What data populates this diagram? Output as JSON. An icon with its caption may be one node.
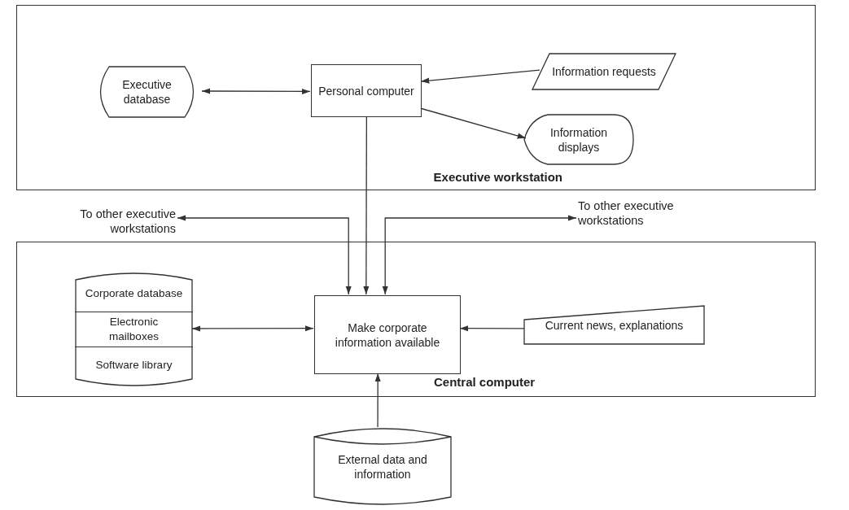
{
  "diagram": {
    "nodes": [
      {
        "text": [
          "Executive workstation"
        ]
      },
      {
        "text": [
          "Executive database"
        ],
        "in": 0
      },
      {
        "text": [
          "Personal computer"
        ],
        "in": 0
      },
      {
        "text": [
          "Information requests"
        ],
        "in": 0
      },
      {
        "text": [
          "Information displays"
        ],
        "in": 0
      },
      {
        "text": [
          "Central computer"
        ]
      },
      {
        "text": [
          "Corporate database",
          "Electronic mailboxes",
          "Software library"
        ],
        "in": 5
      },
      {
        "text": [
          "Make corporate information available"
        ],
        "in": 5
      },
      {
        "text": [
          "Current news, explanations"
        ],
        "in": 5
      },
      {
        "text": [
          "External data and information"
        ]
      },
      {
        "text": [
          "To other executive workstations"
        ]
      },
      {
        "text": [
          "To other executive workstations"
        ]
      }
    ],
    "edges": [
      {
        "from": 1,
        "to": 2,
        "arrow": "both"
      },
      {
        "from": 3,
        "to": 2,
        "arrow": "to"
      },
      {
        "from": 2,
        "to": 4,
        "arrow": "to"
      },
      {
        "from": 2,
        "to": 7,
        "arrow": "to"
      },
      {
        "from": 7,
        "to": 10,
        "arrow": "both"
      },
      {
        "from": 7,
        "to": 11,
        "arrow": "both"
      },
      {
        "from": 6,
        "to": 7,
        "arrow": "both"
      },
      {
        "from": 8,
        "to": 7,
        "arrow": "to"
      },
      {
        "from": 9,
        "to": 7,
        "arrow": "to"
      }
    ]
  }
}
